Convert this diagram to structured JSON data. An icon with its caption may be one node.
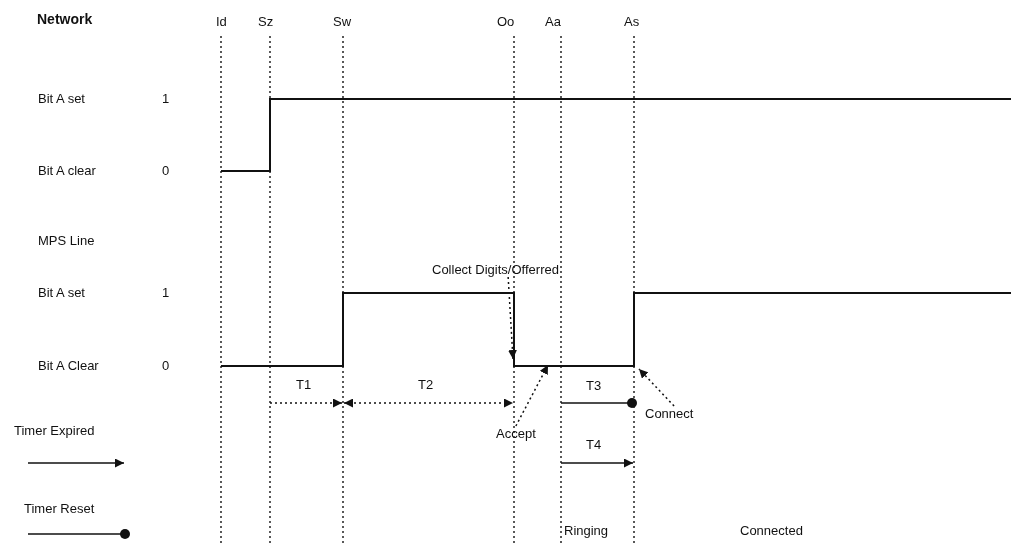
{
  "diagram": {
    "nodes": [
      {
        "text": [
          "Collect Digits/Offerred"
        ]
      },
      {
        "text": [
          "Accept"
        ]
      },
      {
        "text": [
          "Connect"
        ]
      }
    ],
    "edges": [
      {
        "from": 0,
        "to": null,
        "arrow": "to",
        "style": "dashed"
      },
      {
        "from": 1,
        "to": null,
        "arrow": "to",
        "style": "dashed"
      },
      {
        "from": 2,
        "to": null,
        "arrow": "to",
        "style": "dashed"
      }
    ],
    "labels": [
      "Network",
      "Id",
      "Sz",
      "Sw",
      "Oo",
      "Aa",
      "As",
      "Bit A set",
      "1",
      "Bit A clear",
      "0",
      "MPS Line",
      "Bit A set",
      "1",
      "Bit A Clear",
      "0",
      "T1",
      "T2",
      "T3",
      "T4",
      "Ringing",
      "Connected"
    ],
    "legend": [
      {
        "text": "Timer Expired"
      },
      {
        "text": "Timer Reset"
      }
    ]
  }
}
